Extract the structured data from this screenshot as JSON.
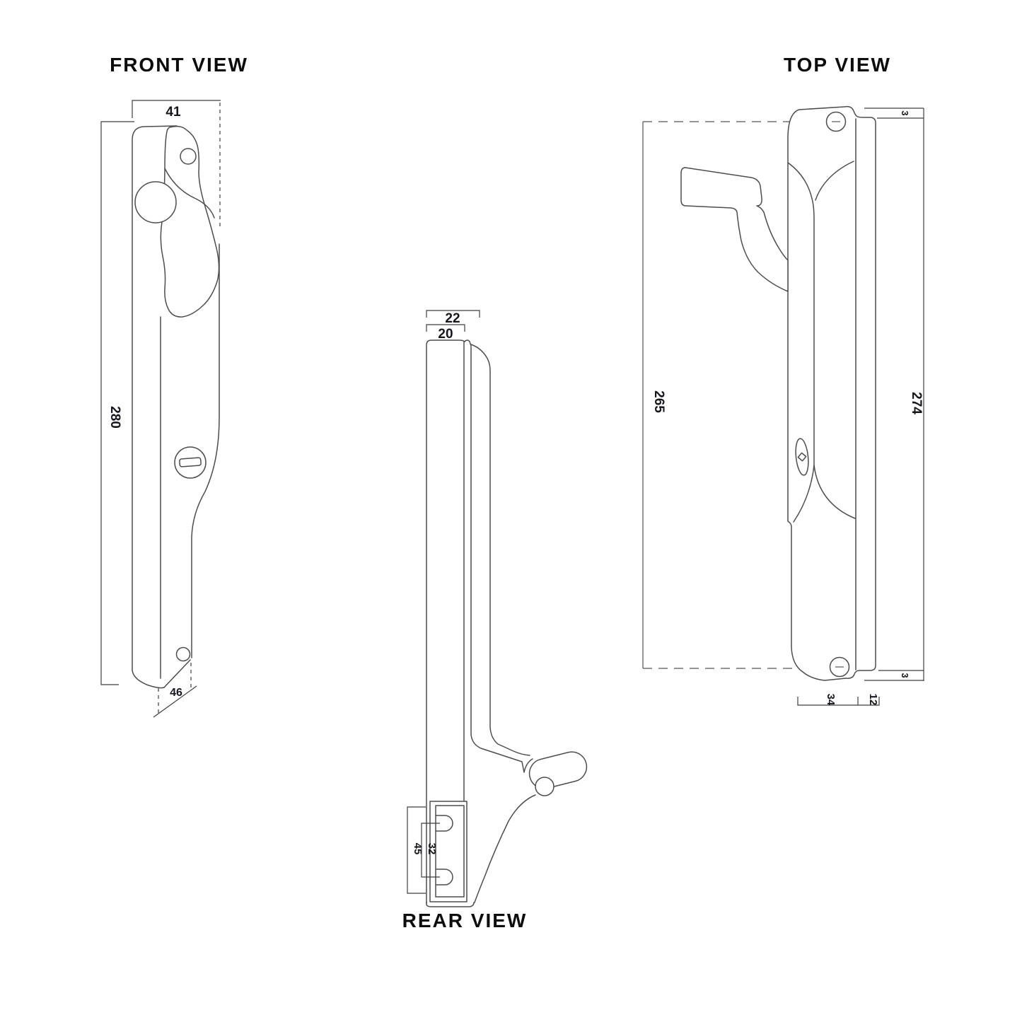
{
  "app": {
    "background_color": "#ffffff",
    "line_color": "#4d4d4d",
    "dim_text_color": "#16161f",
    "title_color": "#0c0c0c"
  },
  "front_view": {
    "title": "FRONT VIEW",
    "dims": {
      "width_top": "41",
      "height": "280",
      "bottom_chamfer": "46"
    }
  },
  "rear_view": {
    "title": "REAR VIEW",
    "dims": {
      "depth_outer": "22",
      "depth_inner": "20",
      "slot_span_outer": "45",
      "slot_span_inner": "32"
    }
  },
  "top_view": {
    "title": "TOP VIEW",
    "dims": {
      "edge_gap_top": "3",
      "frame_length": "265",
      "overall_length": "274",
      "edge_gap_bottom": "3",
      "body_depth": "34",
      "plate_depth": "12"
    }
  }
}
